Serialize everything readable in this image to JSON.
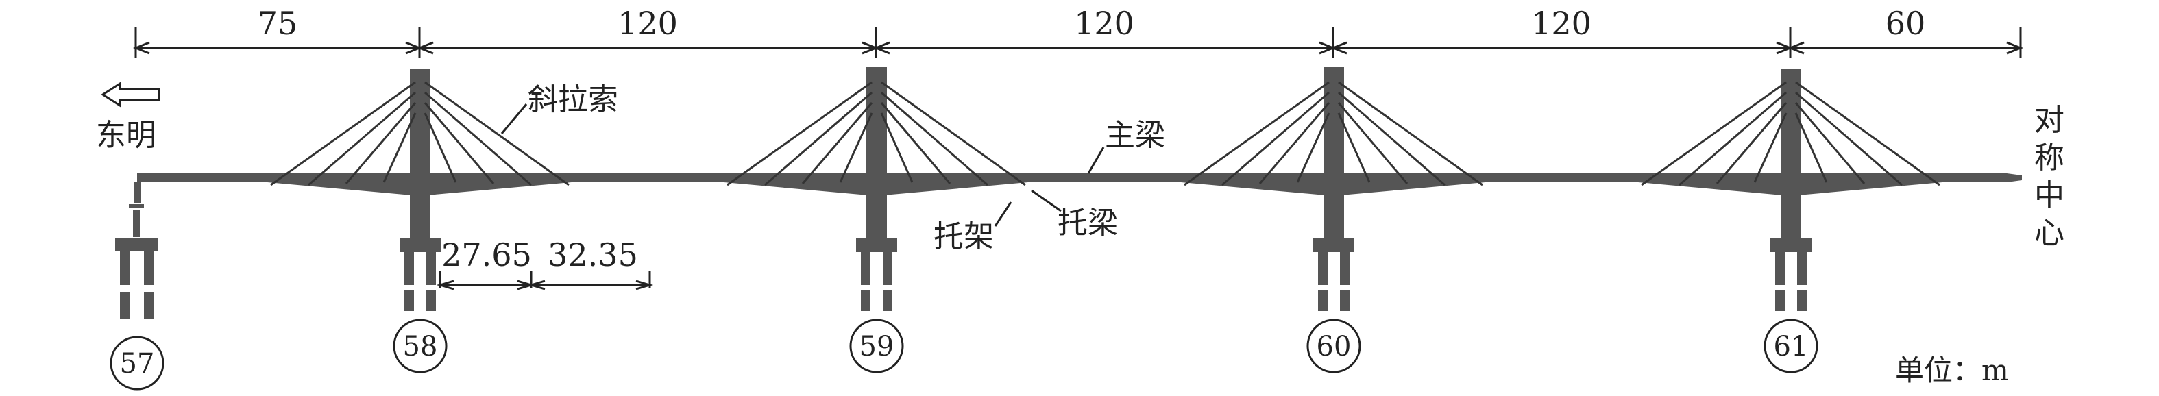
{
  "dimensions": {
    "spans": [
      "75",
      "120",
      "120",
      "120",
      "60"
    ],
    "bracket": [
      "27.65",
      "32.35"
    ]
  },
  "labels": {
    "direction": "东明",
    "cable": "斜拉索",
    "main_beam": "主梁",
    "bracket_support": "托架",
    "bracket_beam": "托梁",
    "symmetry": [
      "对",
      "称",
      "中",
      "心"
    ],
    "unit": "单位：m"
  },
  "piers": [
    "57",
    "58",
    "59",
    "60",
    "61"
  ],
  "colors": {
    "structure": "#555555",
    "line": "#222222"
  }
}
